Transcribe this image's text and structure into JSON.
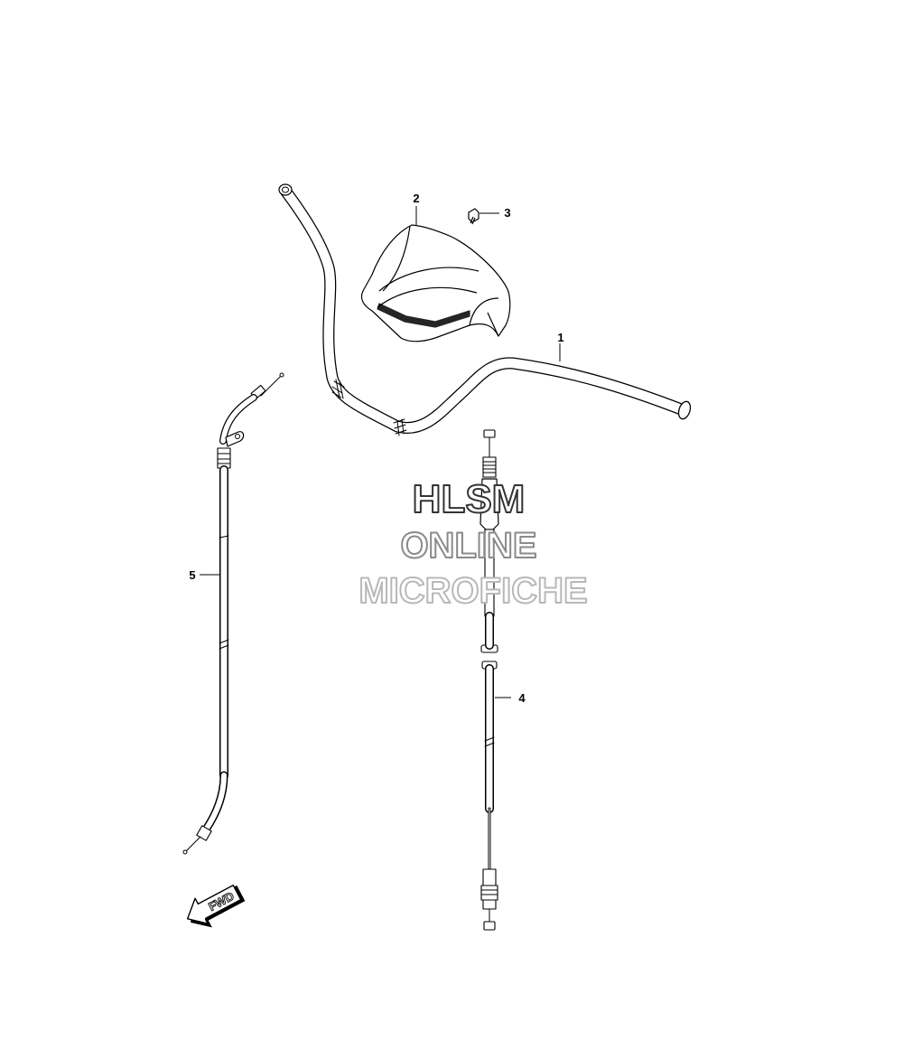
{
  "callouts": [
    {
      "id": "1",
      "part": "handlebar"
    },
    {
      "id": "2",
      "part": "handlebar-cover"
    },
    {
      "id": "3",
      "part": "cover-screw"
    },
    {
      "id": "4",
      "part": "throttle-cable"
    },
    {
      "id": "5",
      "part": "clutch-cable"
    }
  ],
  "watermark": {
    "line1": "HLSM",
    "line2": "ONLINE",
    "line3": "MICROFICHE",
    "line1_color": "#333333",
    "line2_color": "#8a8a8a",
    "line3_color": "#b8b8b8"
  },
  "direction_arrow": {
    "label": "FWD",
    "icon": "forward-arrow-icon"
  },
  "colors": {
    "line": "#000000",
    "background": "#ffffff"
  }
}
